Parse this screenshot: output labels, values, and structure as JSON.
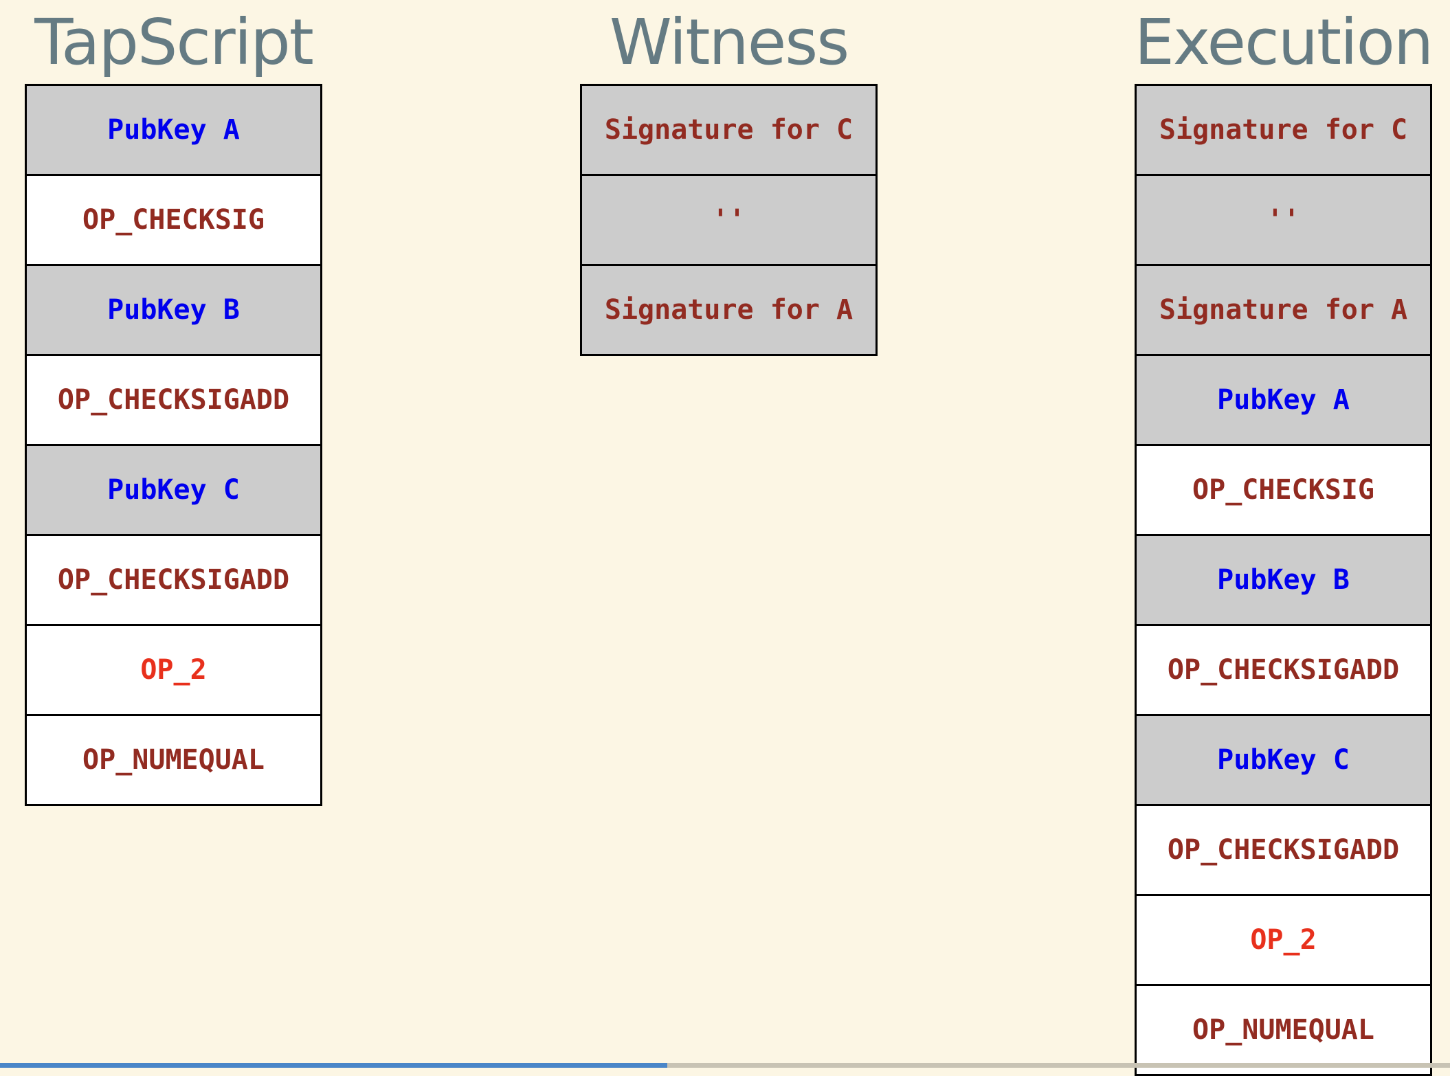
{
  "columns": {
    "tapscript": {
      "title": "TapScript",
      "items": [
        {
          "text": "PubKey A",
          "kind": "pubkey",
          "shade": "gray"
        },
        {
          "text": "OP_CHECKSIG",
          "kind": "opcode",
          "shade": "white"
        },
        {
          "text": "PubKey B",
          "kind": "pubkey",
          "shade": "gray"
        },
        {
          "text": "OP_CHECKSIGADD",
          "kind": "opcode",
          "shade": "white"
        },
        {
          "text": "PubKey C",
          "kind": "pubkey",
          "shade": "gray"
        },
        {
          "text": "OP_CHECKSIGADD",
          "kind": "opcode",
          "shade": "white"
        },
        {
          "text": "OP_2",
          "kind": "number",
          "shade": "white"
        },
        {
          "text": "OP_NUMEQUAL",
          "kind": "opcode",
          "shade": "white"
        }
      ]
    },
    "witness": {
      "title": "Witness",
      "items": [
        {
          "text": "Signature for C",
          "kind": "sig",
          "shade": "gray"
        },
        {
          "text": "''",
          "kind": "sig",
          "shade": "gray"
        },
        {
          "text": "Signature for A",
          "kind": "sig",
          "shade": "gray"
        }
      ]
    },
    "execution": {
      "title": "Execution",
      "items": [
        {
          "text": "Signature for C",
          "kind": "sig",
          "shade": "gray"
        },
        {
          "text": "''",
          "kind": "sig",
          "shade": "gray"
        },
        {
          "text": "Signature for A",
          "kind": "sig",
          "shade": "gray"
        },
        {
          "text": "PubKey A",
          "kind": "pubkey",
          "shade": "gray"
        },
        {
          "text": "OP_CHECKSIG",
          "kind": "opcode",
          "shade": "white"
        },
        {
          "text": "PubKey B",
          "kind": "pubkey",
          "shade": "gray"
        },
        {
          "text": "OP_CHECKSIGADD",
          "kind": "opcode",
          "shade": "white"
        },
        {
          "text": "PubKey C",
          "kind": "pubkey",
          "shade": "gray"
        },
        {
          "text": "OP_CHECKSIGADD",
          "kind": "opcode",
          "shade": "white"
        },
        {
          "text": "OP_2",
          "kind": "number",
          "shade": "white"
        },
        {
          "text": "OP_NUMEQUAL",
          "kind": "opcode",
          "shade": "white"
        }
      ]
    }
  },
  "progress": {
    "fraction": 0.46
  },
  "colors": {
    "background": "#fcf6e4",
    "title": "#657b83",
    "pubkey": "#0000ee",
    "opcode": "#922b21",
    "number": "#e8301c",
    "progress": "#4a86c8"
  }
}
